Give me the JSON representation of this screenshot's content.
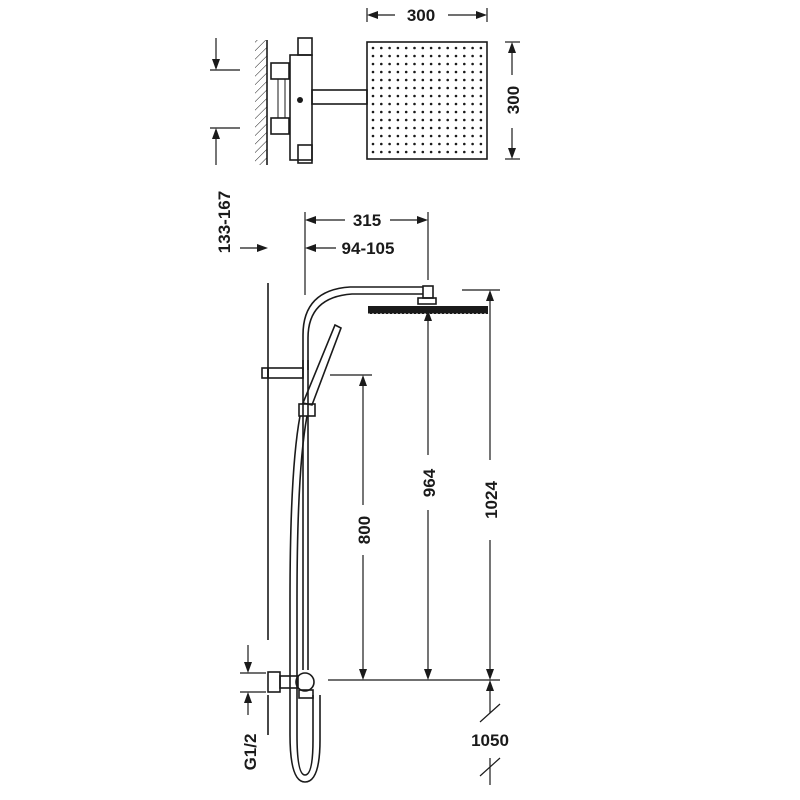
{
  "dimensions": {
    "head_width": "300",
    "head_depth": "300",
    "wall_offset": "133-167",
    "arm_reach": "315",
    "bar_offset": "94-105",
    "hand_holder_height": "800",
    "head_height_arm": "964",
    "head_height_total": "1024",
    "inlet_height": "1050",
    "thread": "G1/2"
  },
  "colors": {
    "line": "#1a1a1a",
    "background": "#ffffff"
  }
}
